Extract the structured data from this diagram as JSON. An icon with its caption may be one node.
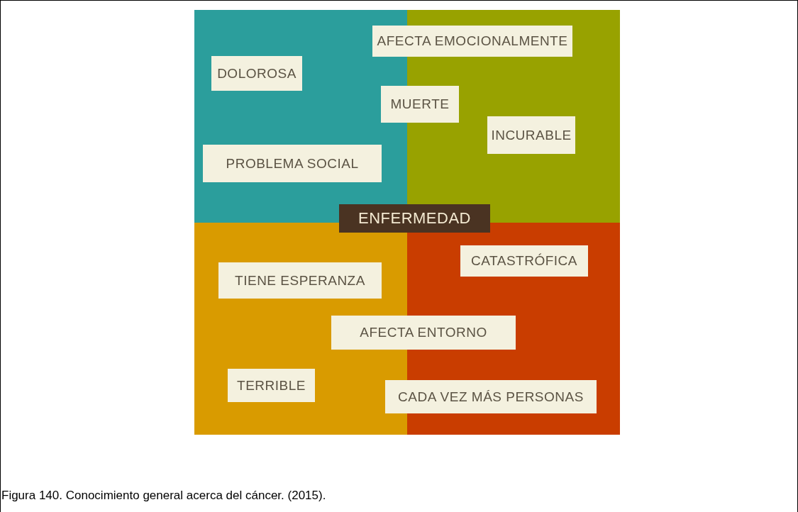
{
  "diagram": {
    "caption": "Figura 140. Conocimiento general acerca del cáncer. (2015).",
    "nodes": [
      {
        "text": [
          "AFECTA EMOCIONALMENTE"
        ]
      },
      {
        "text": [
          "DOLOROSA"
        ]
      },
      {
        "text": [
          "MUERTE"
        ]
      },
      {
        "text": [
          "INCURABLE"
        ]
      },
      {
        "text": [
          "PROBLEMA SOCIAL"
        ]
      },
      {
        "text": [
          "ENFERMEDAD"
        ]
      },
      {
        "text": [
          "CATASTRÓFICA"
        ]
      },
      {
        "text": [
          "TIENE ESPERANZA"
        ]
      },
      {
        "text": [
          "AFECTA ENTORNO"
        ]
      },
      {
        "text": [
          "TERRIBLE"
        ]
      },
      {
        "text": [
          "CADA VEZ MÁS PERSONAS"
        ]
      }
    ]
  }
}
